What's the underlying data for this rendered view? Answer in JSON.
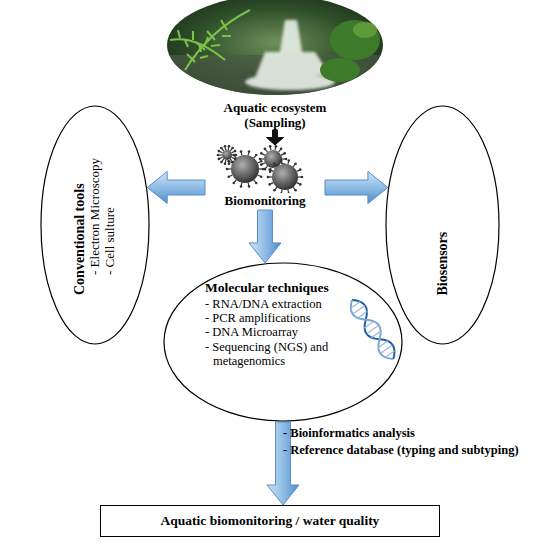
{
  "diagram": {
    "nodes": [
      {
        "text": [
          "Aquatic ecosystem (Sampling)"
        ]
      },
      {
        "text": [
          "Conventional tools",
          "- Electron Microscopy",
          "- Cell sulture"
        ]
      },
      {
        "text": [
          "Biomonitoring"
        ]
      },
      {
        "text": [
          "Biosensors"
        ]
      },
      {
        "text": [
          "Molecular techniques",
          "- RNA/DNA extraction",
          "- PCR amplifications",
          "- DNA Microarray",
          "- Sequencing (NGS) and metagenomics"
        ]
      },
      {
        "text": [
          "Aquatic biomonitoring / water quality"
        ]
      }
    ],
    "edges": [
      {
        "from": 0,
        "to": 2,
        "arrow": "to"
      },
      {
        "from": 2,
        "to": 1,
        "arrow": "to"
      },
      {
        "from": 2,
        "to": 3,
        "arrow": "to"
      },
      {
        "from": 2,
        "to": 4,
        "arrow": "to"
      },
      {
        "from": 4,
        "to": 5,
        "arrow": "to"
      }
    ],
    "labels": [
      "- Bioinformatics analysis",
      "- Reference database (typing and subtyping)"
    ]
  }
}
